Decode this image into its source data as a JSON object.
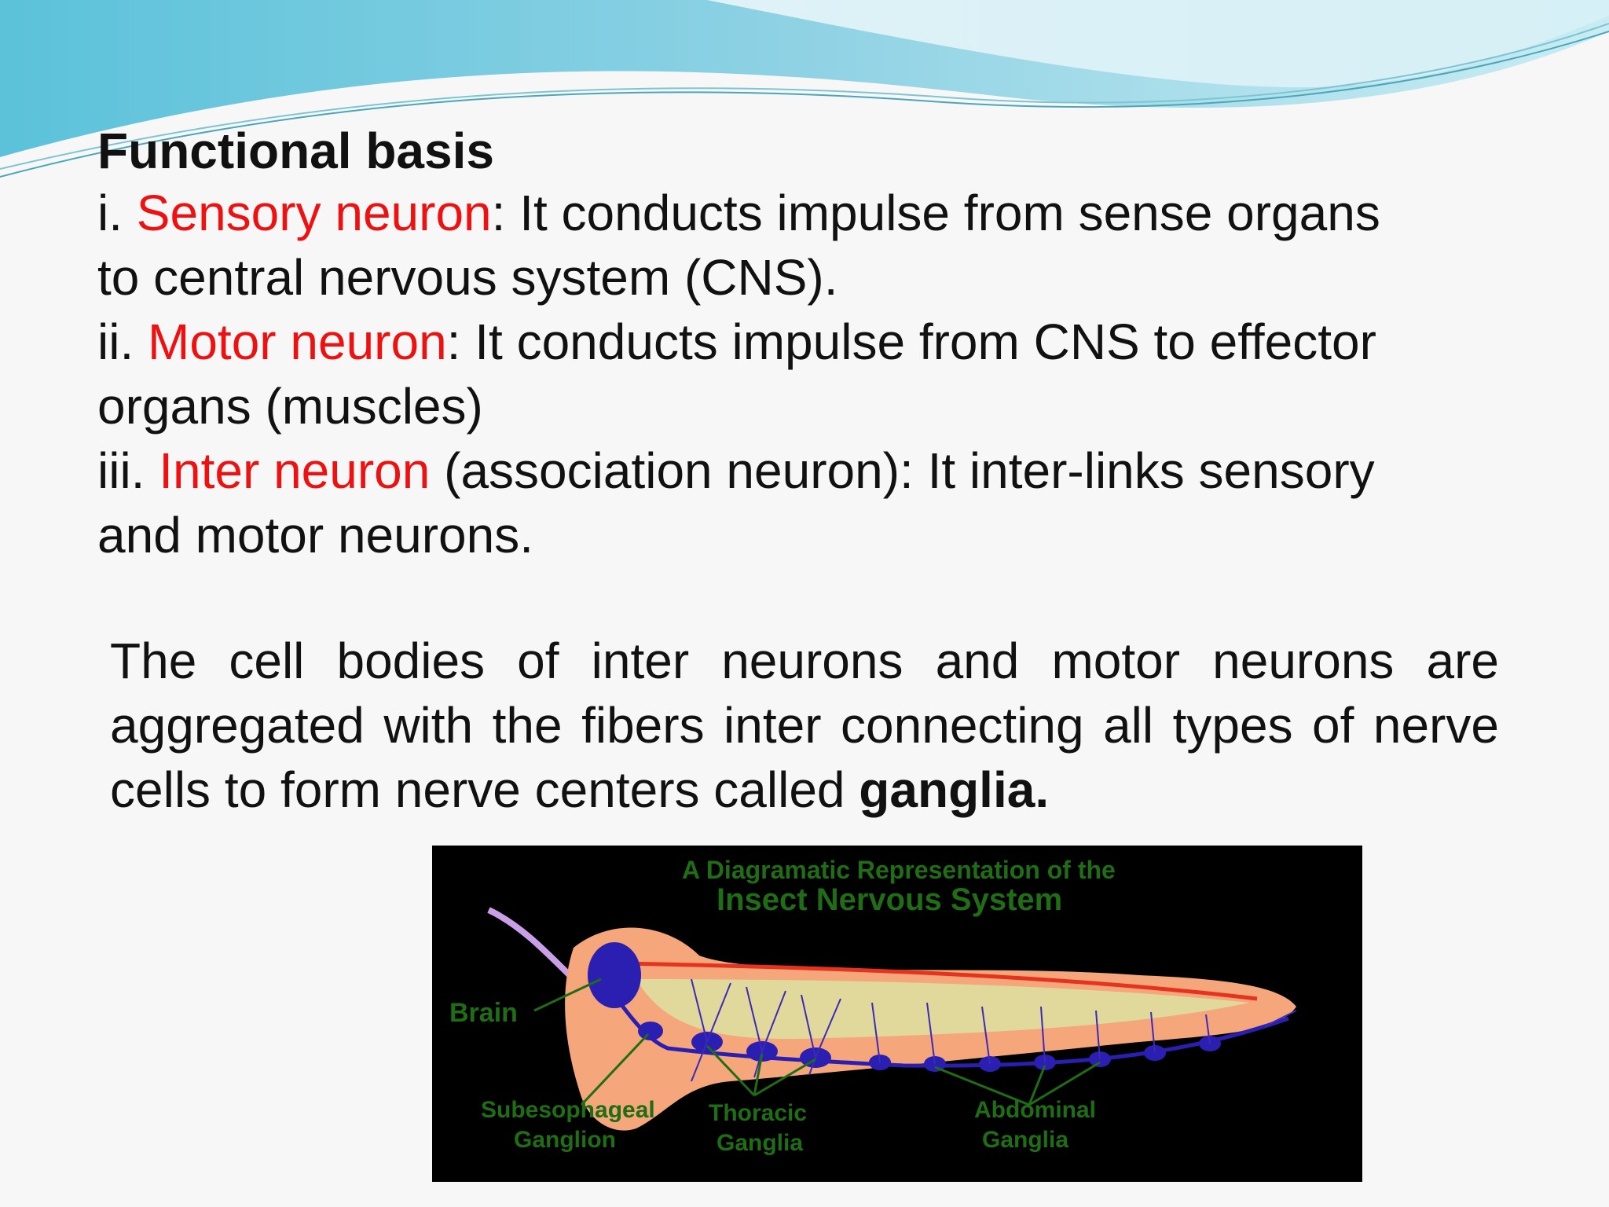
{
  "slide": {
    "heading": "Functional basis",
    "items": [
      {
        "prefix": "i. ",
        "term": "Sensory neuron",
        "rest_line1": ": It conducts impulse from sense organs",
        "rest_line2": "to central nervous system (CNS)."
      },
      {
        "prefix": "ii. ",
        "term": "Motor neuron",
        "rest_line1": ": It conducts impulse from CNS to effector",
        "rest_line2": "organs (muscles)"
      },
      {
        "prefix": "iii. ",
        "term": "Inter neuron",
        "rest_line1": " (association neuron): It inter-links sensory",
        "rest_line2": "and motor neurons."
      }
    ],
    "paragraph": {
      "text": "The cell bodies of inter neurons and motor neurons are aggregated with the fibers inter connecting all types of nerve cells to form nerve centers called ",
      "bold": "ganglia."
    }
  },
  "figure": {
    "title_line1": "A Diagramatic Representation of the",
    "title_line2": "Insect Nervous System",
    "labels": {
      "brain": "Brain",
      "subesophageal_1": "Subesophageal",
      "subesophageal_2": "Ganglion",
      "thoracic_1": "Thoracic",
      "thoracic_2": "Ganglia",
      "abdominal_1": "Abdominal",
      "abdominal_2": "Ganglia"
    }
  },
  "colors": {
    "term_red": "#ee1111",
    "figure_label_green": "#1f6d14",
    "body_orange": "#f5a67a",
    "nerve_blue": "#2a1fb0"
  }
}
